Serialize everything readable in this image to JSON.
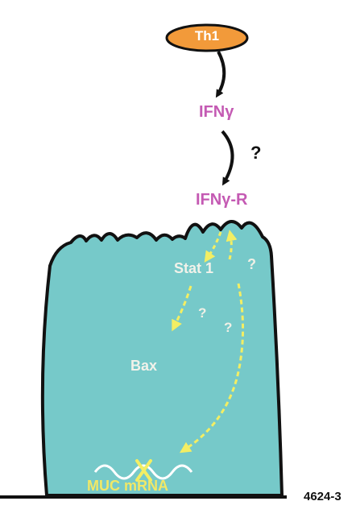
{
  "nodes": {
    "th1": "Th1",
    "ifng": "IFNγ",
    "ifng_r": "IFNγ-R",
    "stat1": "Stat 1",
    "bax": "Bax",
    "muc_mrna": "MUC mRNA"
  },
  "question_marks": {
    "ifng_to_receptor": "?",
    "stat1_side": "?",
    "stat1_to_bax": "?",
    "stat1_to_muc": "?"
  },
  "figure_id": "4624-3",
  "colors": {
    "th1_fill": "#f29a3a",
    "cytokine_text": "#c45ab3",
    "cell_fill": "#76c9c9",
    "arrow_intracellular": "#f3ee63",
    "outline": "#111111"
  }
}
